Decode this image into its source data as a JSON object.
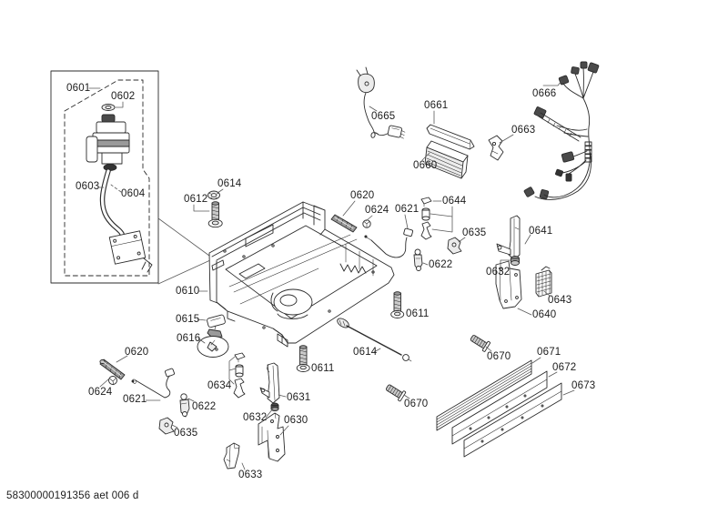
{
  "diagram": {
    "doc_number": "58300000191356 aet 006 d",
    "labels": [
      {
        "text": "0601"
      },
      {
        "text": "0602"
      },
      {
        "text": "0603"
      },
      {
        "text": "0604"
      },
      {
        "text": "0612"
      },
      {
        "text": "0614"
      },
      {
        "text": "0610"
      },
      {
        "text": "0615"
      },
      {
        "text": "0616"
      },
      {
        "text": "0620"
      },
      {
        "text": "0624"
      },
      {
        "text": "0621"
      },
      {
        "text": "0644"
      },
      {
        "text": "0635"
      },
      {
        "text": "0622"
      },
      {
        "text": "0641"
      },
      {
        "text": "0632"
      },
      {
        "text": "0643"
      },
      {
        "text": "0640"
      },
      {
        "text": "0611"
      },
      {
        "text": "0665"
      },
      {
        "text": "0661"
      },
      {
        "text": "0660"
      },
      {
        "text": "0663"
      },
      {
        "text": "0666"
      },
      {
        "text": "0614"
      },
      {
        "text": "0611"
      },
      {
        "text": "0670"
      },
      {
        "text": "0671"
      },
      {
        "text": "0672"
      },
      {
        "text": "0673"
      },
      {
        "text": "0670"
      },
      {
        "text": "0620"
      },
      {
        "text": "0624"
      },
      {
        "text": "0621"
      },
      {
        "text": "0634"
      },
      {
        "text": "0622"
      },
      {
        "text": "0635"
      },
      {
        "text": "0631"
      },
      {
        "text": "0632"
      },
      {
        "text": "0630"
      },
      {
        "text": "0633"
      }
    ]
  }
}
